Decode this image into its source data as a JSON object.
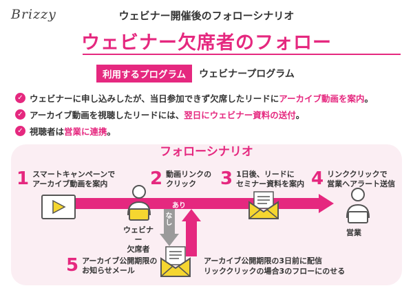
{
  "header": {
    "logo": "Brizzy",
    "pre_title": "ウェビナー開催後のフォローシナリオ",
    "title": "ウェビナー欠席者のフォロー"
  },
  "program": {
    "badge": "利用するプログラム",
    "name": "ウェビナープログラム"
  },
  "bullets": [
    {
      "pre": "ウェビナーに申し込みしたが、当日参加できず欠席したリードに",
      "hl": "アーカイブ動画を案内",
      "post": "。"
    },
    {
      "pre": "アーカイブ動画を視聴したリードには、",
      "hl": "翌日にウェビナー資料の送付",
      "post": "。"
    },
    {
      "pre": "視聴者は",
      "hl": "営業に連携",
      "post": "。"
    }
  ],
  "flow": {
    "title": "フォローシナリオ",
    "steps": [
      {
        "num": "1",
        "line1": "スマートキャンペーンで",
        "line2": "アーカイブ動画を案内"
      },
      {
        "num": "2",
        "line1": "動画リンクの",
        "line2": "クリック"
      },
      {
        "num": "3",
        "line1": "1日後、リードに",
        "line2": "セミナー資料を案内"
      },
      {
        "num": "4",
        "line1": "リンククリックで",
        "line2": "営業へアラート送信"
      },
      {
        "num": "5",
        "line1": "アーカイブ公開期限の",
        "line2": "お知らせメール"
      }
    ],
    "yes_label": "あり",
    "no_label": "なし",
    "absentee_label_1": "ウェビナー",
    "absentee_label_2": "欠席者",
    "sales_label": "営業",
    "note_line1": "アーカイブ公開期限の3日前に配信",
    "note_line2": "リッククリックの場合3のフローにのせる"
  },
  "colors": {
    "accent": "#e5287f",
    "panel": "#fbeef3",
    "mail": "#f5d630",
    "icon": "#555555"
  }
}
